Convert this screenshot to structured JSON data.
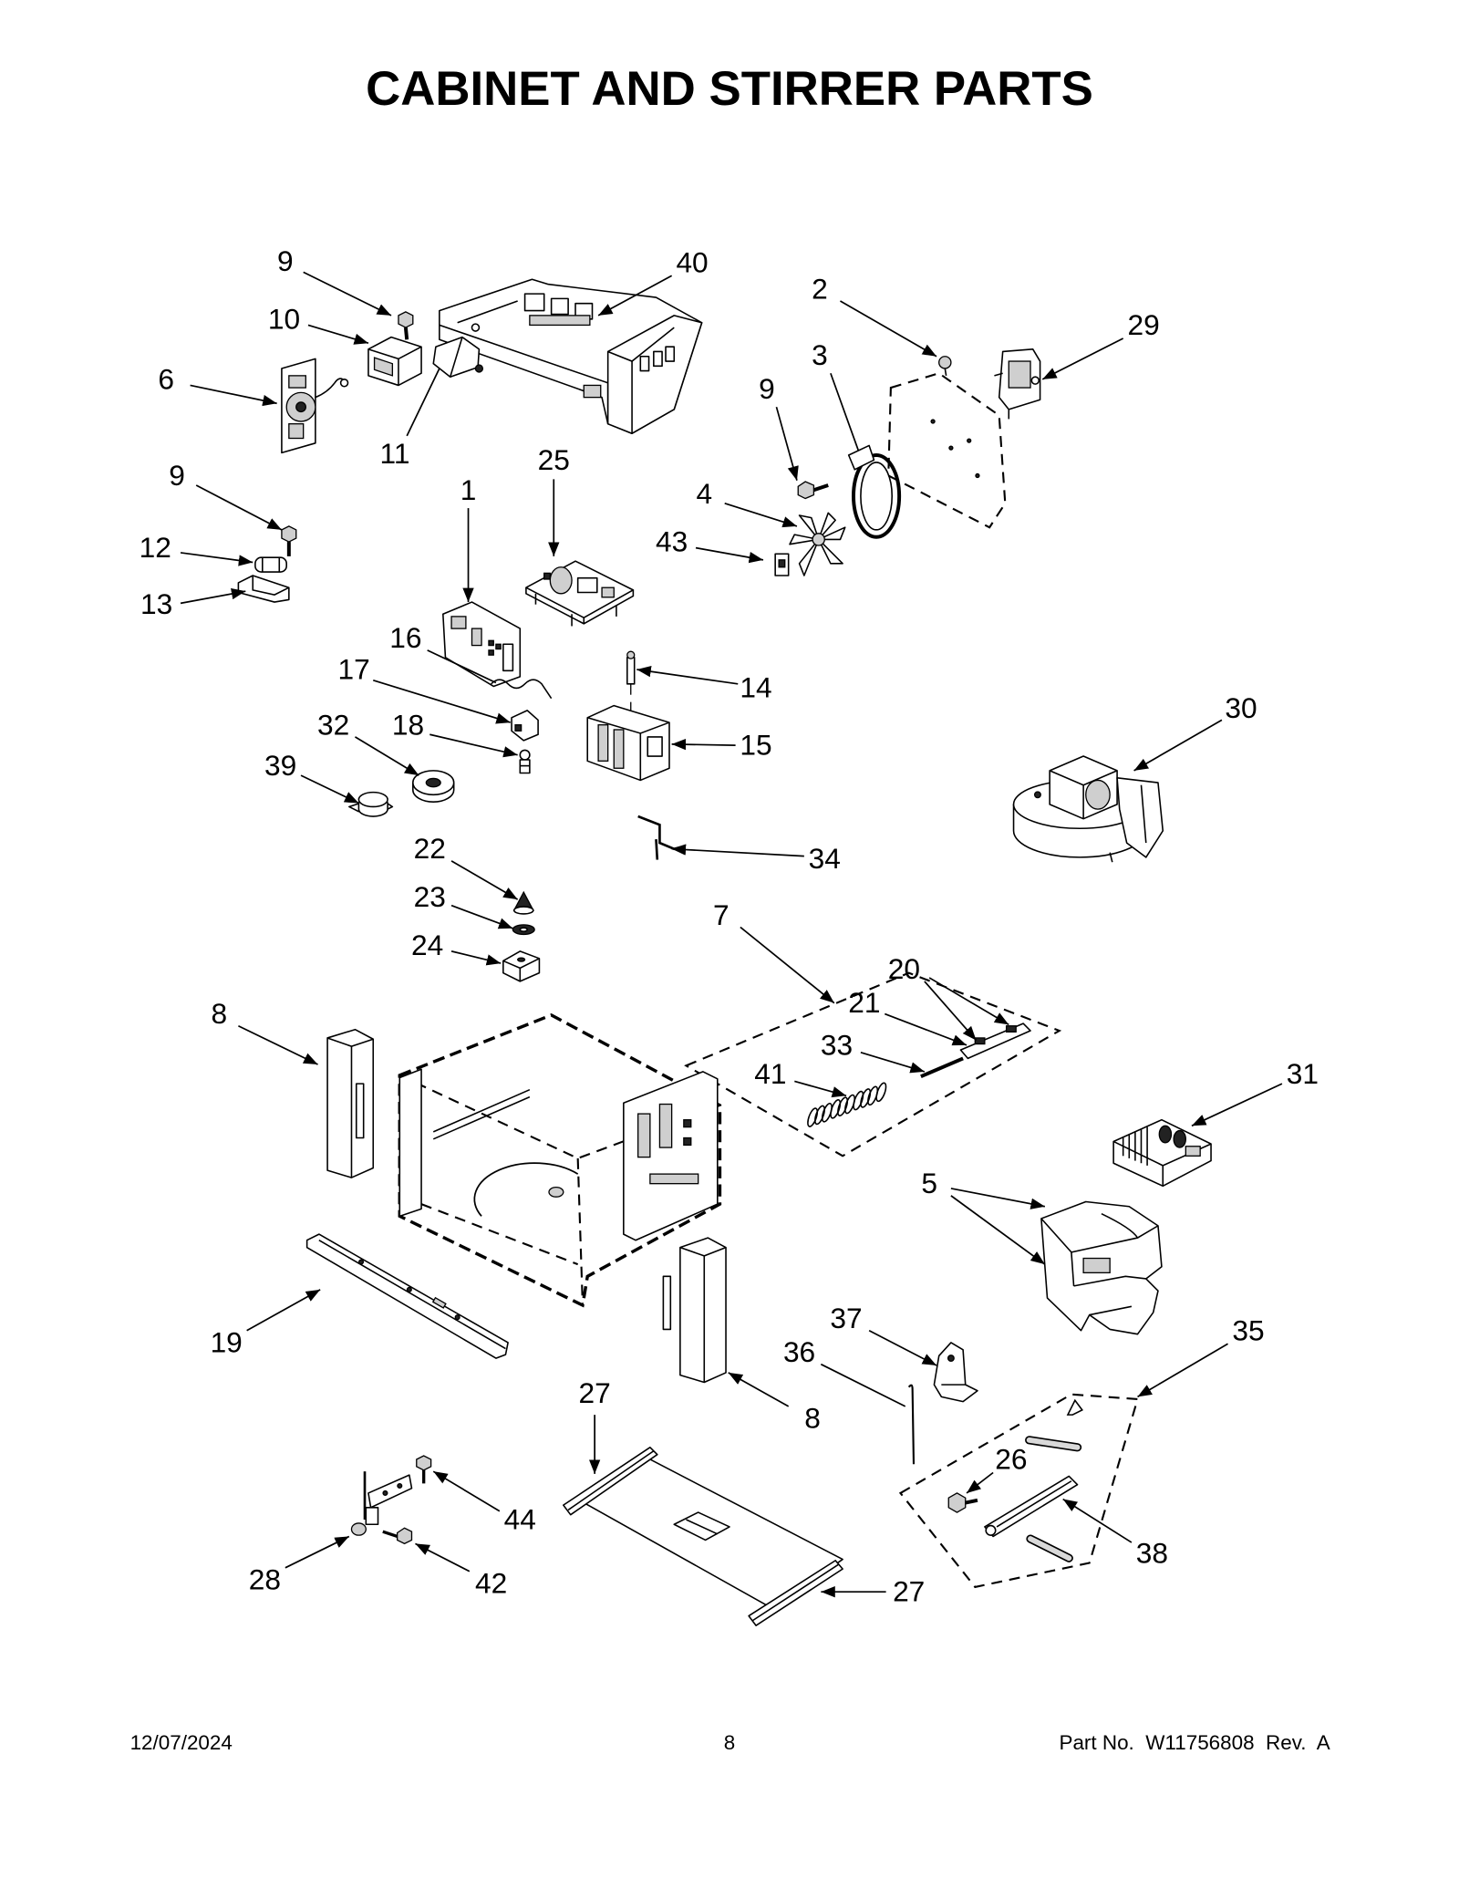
{
  "title": "CABINET AND STIRRER PARTS",
  "callouts": [
    "9",
    "40",
    "10",
    "6",
    "11",
    "2",
    "29",
    "3",
    "9",
    "9",
    "25",
    "1",
    "4",
    "43",
    "12",
    "13",
    "16",
    "17",
    "14",
    "32",
    "18",
    "30",
    "15",
    "39",
    "34",
    "22",
    "23",
    "24",
    "7",
    "20",
    "21",
    "33",
    "8",
    "41",
    "31",
    "5",
    "19",
    "37",
    "35",
    "36",
    "27",
    "8",
    "26",
    "44",
    "28",
    "38",
    "42",
    "27"
  ],
  "footer": {
    "date": "12/07/2024",
    "page": "8",
    "part_no": "Part No.  W11756808  Rev.  A"
  }
}
